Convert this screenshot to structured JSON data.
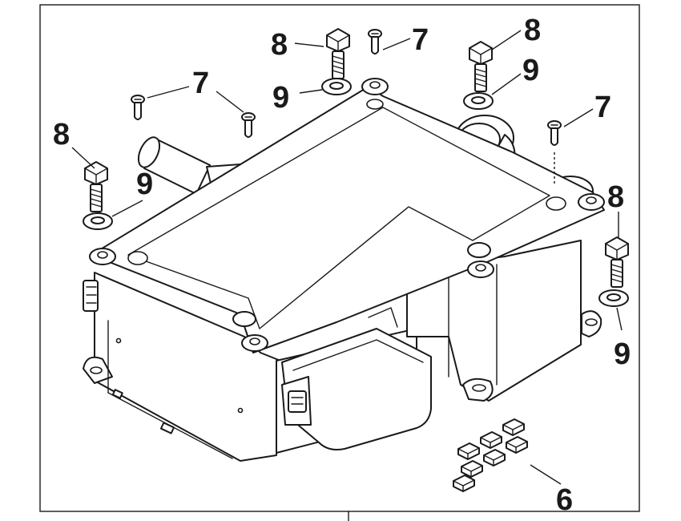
{
  "figure": {
    "callouts": {
      "c7_a": "7",
      "c7_b": "7",
      "c7_c": "7",
      "c8_a": "8",
      "c8_b": "8",
      "c8_c": "8",
      "c8_d": "8",
      "c9_a": "9",
      "c9_b": "9",
      "c9_c": "9",
      "c9_d": "9",
      "c6": "6"
    },
    "parts": [
      {
        "key": "connector_terminals",
        "label": "6"
      },
      {
        "key": "small_screw",
        "label": "7"
      },
      {
        "key": "hex_bolt",
        "label": "8"
      },
      {
        "key": "lock_washer",
        "label": "9"
      }
    ]
  }
}
